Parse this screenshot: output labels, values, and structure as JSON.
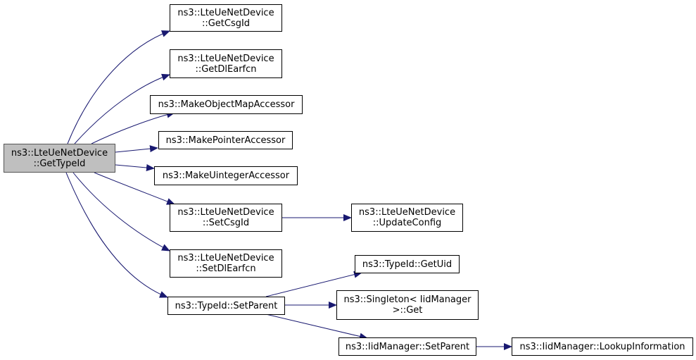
{
  "graph": {
    "edge_color": "#191970",
    "root": {
      "line1": "ns3::LteUeNetDevice",
      "line2": "::GetTypeId"
    },
    "nodes": {
      "get_csg_id": {
        "line1": "ns3::LteUeNetDevice",
        "line2": "::GetCsgId"
      },
      "get_dl_earfcn": {
        "line1": "ns3::LteUeNetDevice",
        "line2": "::GetDlEarfcn"
      },
      "make_object_map_accessor": {
        "line1": "ns3::MakeObjectMapAccessor"
      },
      "make_pointer_accessor": {
        "line1": "ns3::MakePointerAccessor"
      },
      "make_uinteger_accessor": {
        "line1": "ns3::MakeUintegerAccessor"
      },
      "set_csg_id": {
        "line1": "ns3::LteUeNetDevice",
        "line2": "::SetCsgId"
      },
      "update_config": {
        "line1": "ns3::LteUeNetDevice",
        "line2": "::UpdateConfig"
      },
      "set_dl_earfcn": {
        "line1": "ns3::LteUeNetDevice",
        "line2": "::SetDlEarfcn"
      },
      "type_id_set_parent": {
        "line1": "ns3::TypeId::SetParent"
      },
      "type_id_get_uid": {
        "line1": "ns3::TypeId::GetUid"
      },
      "singleton_get": {
        "line1": "ns3::Singleton< IidManager",
        "line2": ">::Get"
      },
      "iid_manager_set_parent": {
        "line1": "ns3::IidManager::SetParent"
      },
      "iid_manager_lookup_information": {
        "line1": "ns3::IidManager::LookupInformation"
      }
    }
  }
}
